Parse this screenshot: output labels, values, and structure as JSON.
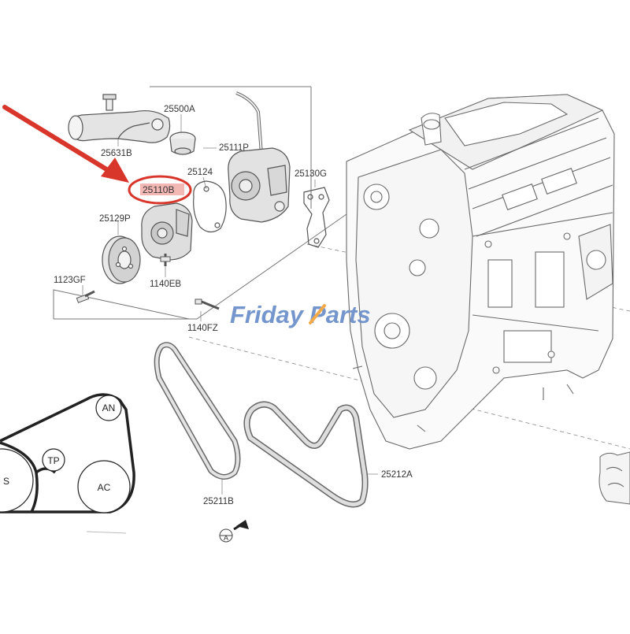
{
  "watermark": {
    "part1": "Friday",
    "part2": "Parts",
    "color_main": "#6a8ec9",
    "color_accent": "#f2a33a"
  },
  "callout": {
    "part_number": "25110B",
    "color": "#d8362b",
    "highlight": "#f4b8b4"
  },
  "parts": [
    {
      "id": "25500A",
      "label": "25500A"
    },
    {
      "id": "25631B",
      "label": "25631B"
    },
    {
      "id": "25111P",
      "label": "25111P"
    },
    {
      "id": "25124",
      "label": "25124"
    },
    {
      "id": "25130G",
      "label": "25130G"
    },
    {
      "id": "25129P",
      "label": "25129P"
    },
    {
      "id": "1123GF",
      "label": "1123GF"
    },
    {
      "id": "1140EB",
      "label": "1140EB"
    },
    {
      "id": "1140FZ",
      "label": "1140FZ"
    },
    {
      "id": "25211B",
      "label": "25211B"
    },
    {
      "id": "25212A",
      "label": "25212A"
    }
  ],
  "belt_routing": {
    "pulleys": [
      {
        "id": "AN",
        "label": "AN"
      },
      {
        "id": "TP",
        "label": "TP"
      },
      {
        "id": "AC",
        "label": "AC"
      },
      {
        "id": "S",
        "label": "S"
      }
    ]
  },
  "view_marker": "A"
}
